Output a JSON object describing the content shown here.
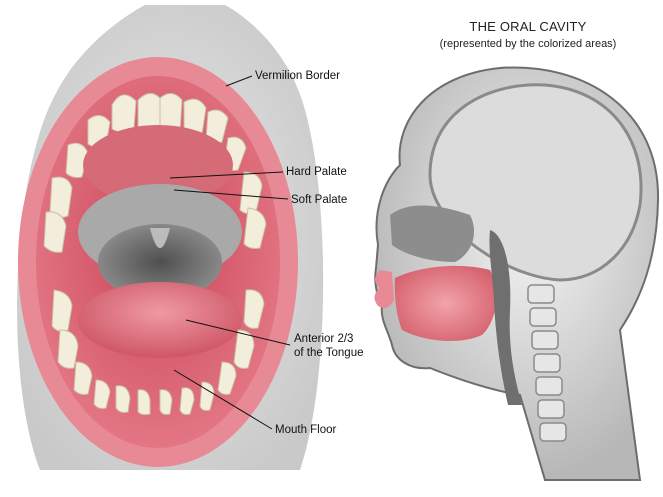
{
  "header": {
    "title": "THE ORAL CAVITY",
    "subtitle": "(represented by the colorized areas)"
  },
  "labels": {
    "vermilion_border": "Vermilion Border",
    "hard_palate": "Hard Palate",
    "soft_palate": "Soft Palate",
    "tongue_line1": "Anterior 2/3",
    "tongue_line2": "of the Tongue",
    "mouth_floor": "Mouth Floor"
  },
  "colors": {
    "lip": "#e88a95",
    "mucosa": "#d9626f",
    "oral_cavity_highlight": "#e27b82",
    "grey_tissue": "#9a9a9a",
    "line": "#111111"
  }
}
